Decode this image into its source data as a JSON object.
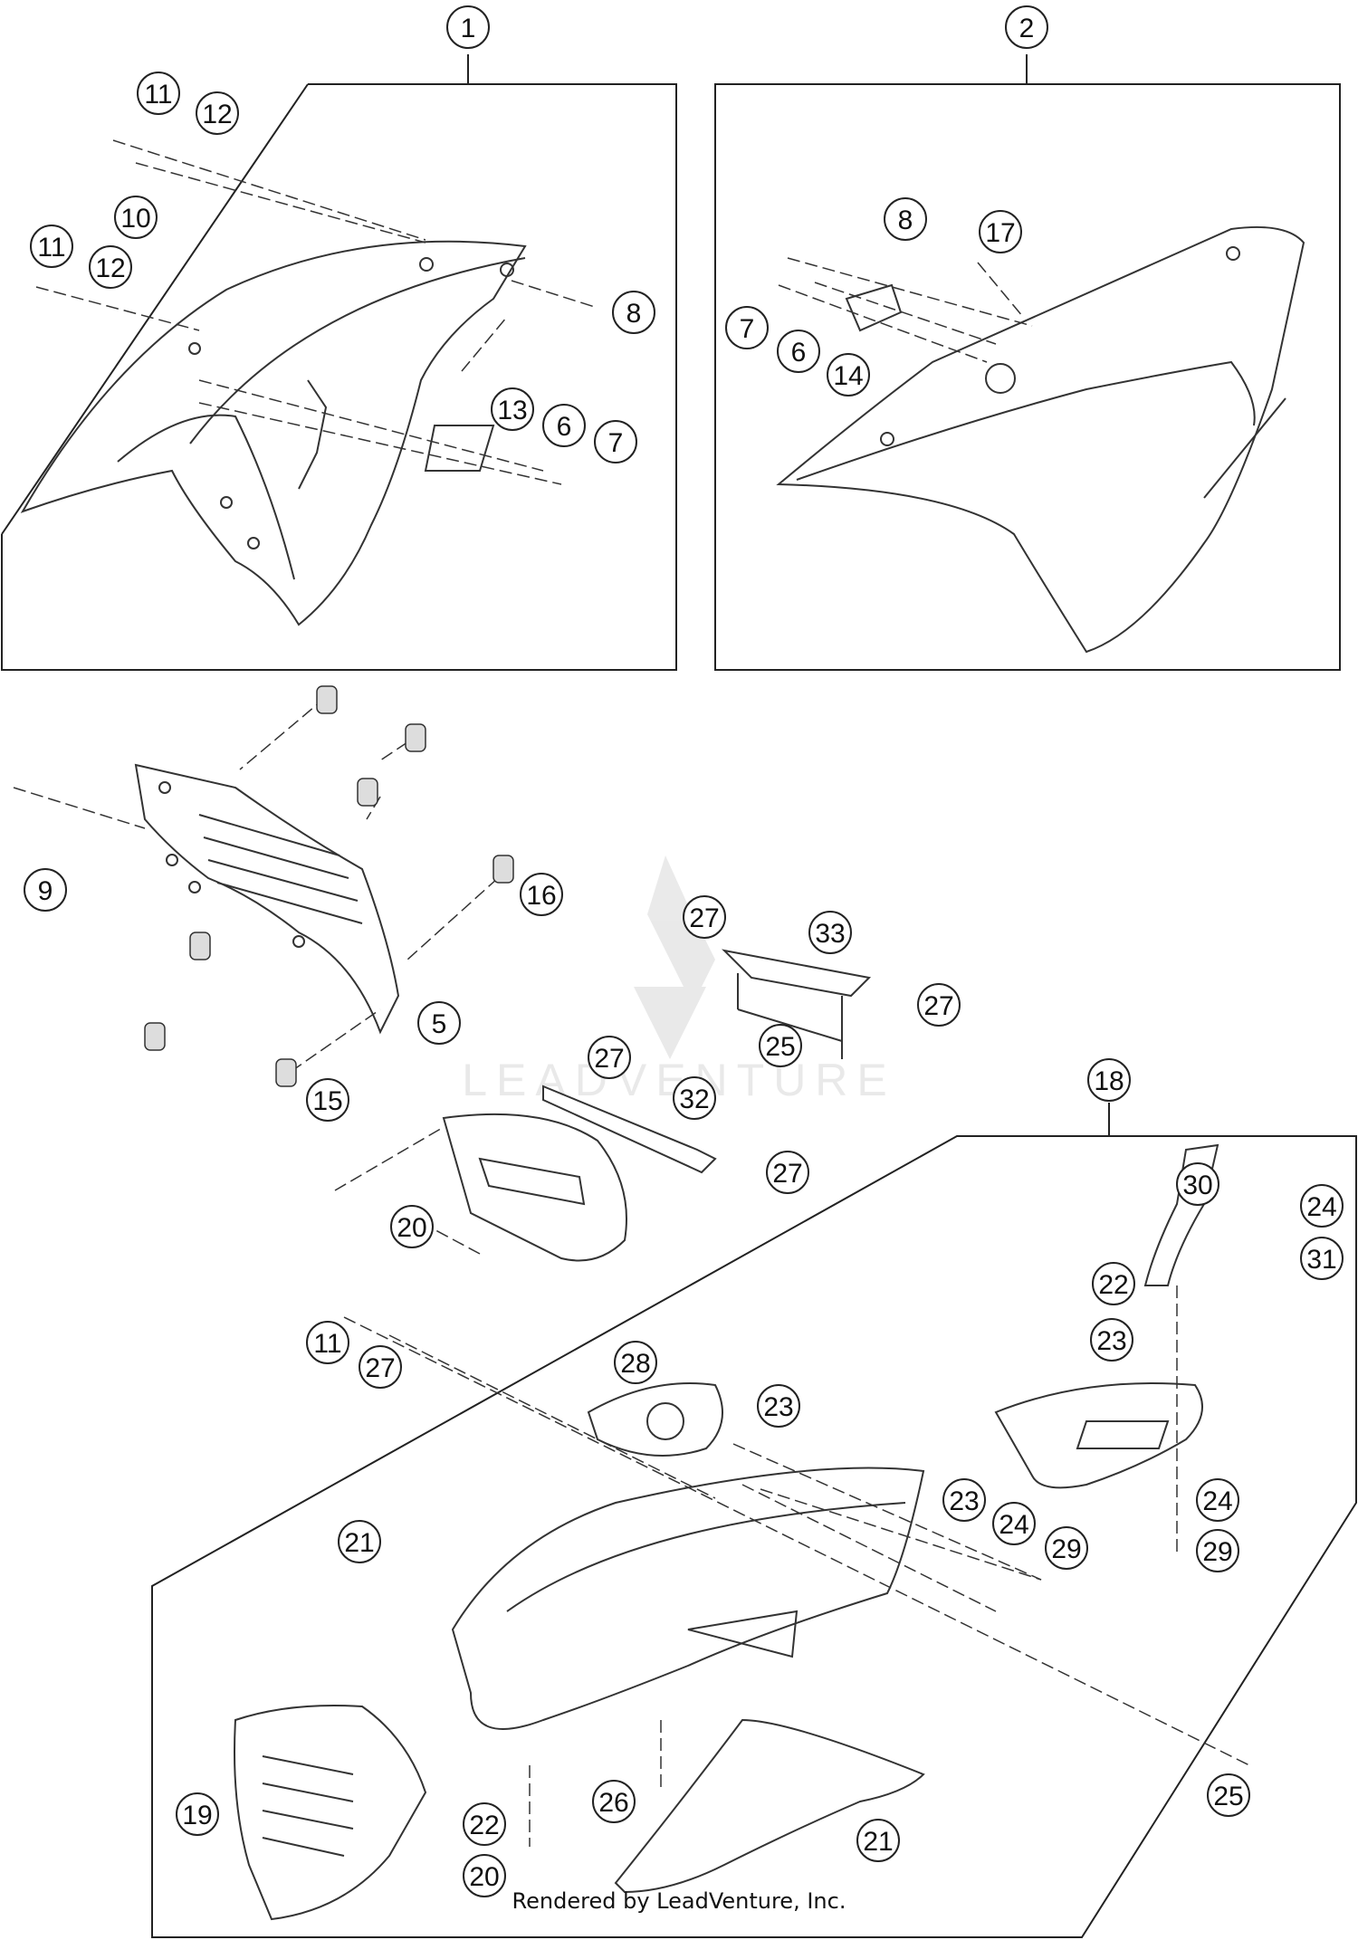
{
  "footer": {
    "text": "Rendered by LeadVenture, Inc."
  },
  "watermark": {
    "text": "LEADVENTURE"
  },
  "callouts": [
    "1",
    "2",
    "11",
    "12",
    "10",
    "11",
    "12",
    "8",
    "13",
    "6",
    "7",
    "8",
    "17",
    "7",
    "6",
    "14",
    "9",
    "16",
    "5",
    "15",
    "27",
    "33",
    "27",
    "25",
    "27",
    "32",
    "27",
    "18",
    "20",
    "30",
    "24",
    "31",
    "22",
    "23",
    "11",
    "27",
    "28",
    "23",
    "21",
    "23",
    "24",
    "29",
    "24",
    "29",
    "19",
    "22",
    "26",
    "21",
    "25",
    "20"
  ]
}
